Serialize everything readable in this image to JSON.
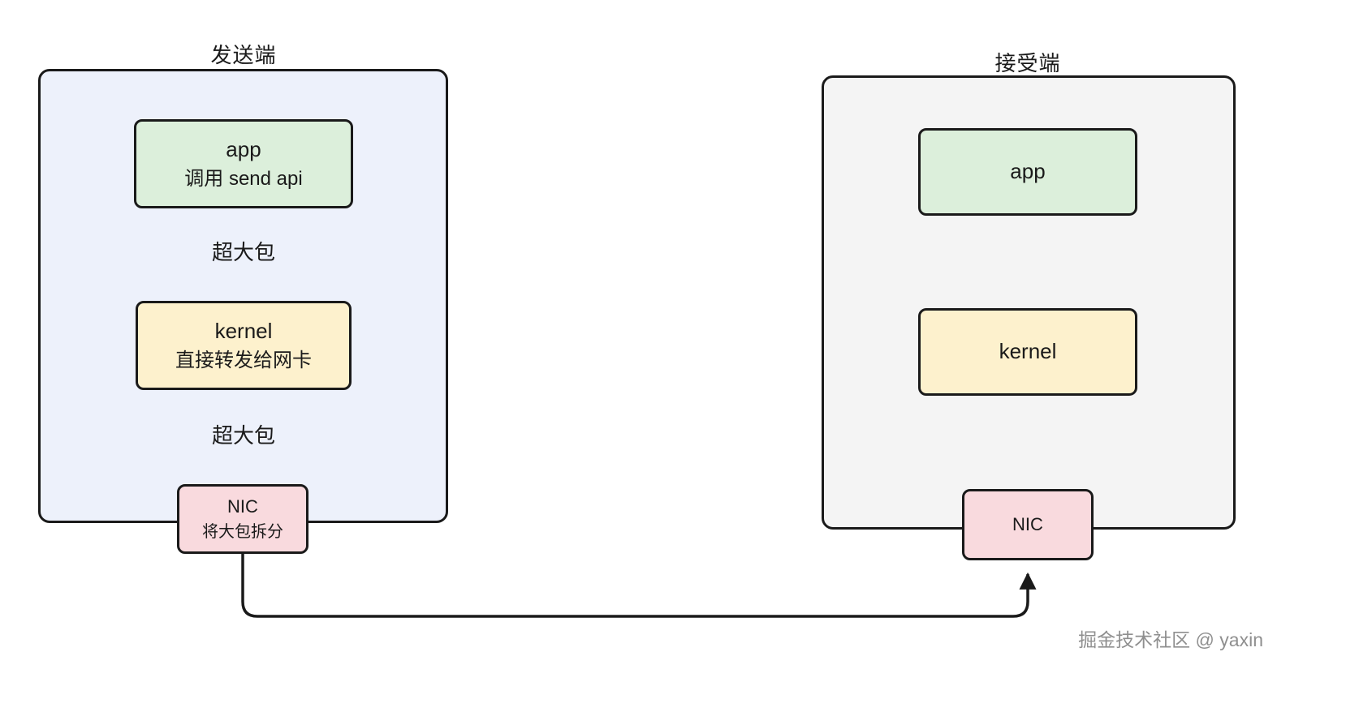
{
  "diagram": {
    "title_sender": "发送端",
    "title_receiver": "接受端",
    "sender": {
      "app": {
        "line1": "app",
        "line2": "调用 send api"
      },
      "arrow_label_1": "超大包",
      "kernel": {
        "line1": "kernel",
        "line2": "直接转发给网卡"
      },
      "arrow_label_2": "超大包",
      "nic": {
        "line1": "NIC",
        "line2": "将大包拆分"
      }
    },
    "receiver": {
      "app": "app",
      "kernel": "kernel",
      "nic": "NIC"
    },
    "watermark": "掘金技术社区 @ yaxin",
    "colors": {
      "sender_panel_bg": "#edf1fb",
      "receiver_panel_bg": "#f4f4f4",
      "app_box_bg": "#dcefdb",
      "kernel_box_bg": "#fdf1cd",
      "nic_box_bg": "#f9dade",
      "stroke": "#1a1a1a",
      "watermark_text": "#8f8f8f"
    }
  }
}
